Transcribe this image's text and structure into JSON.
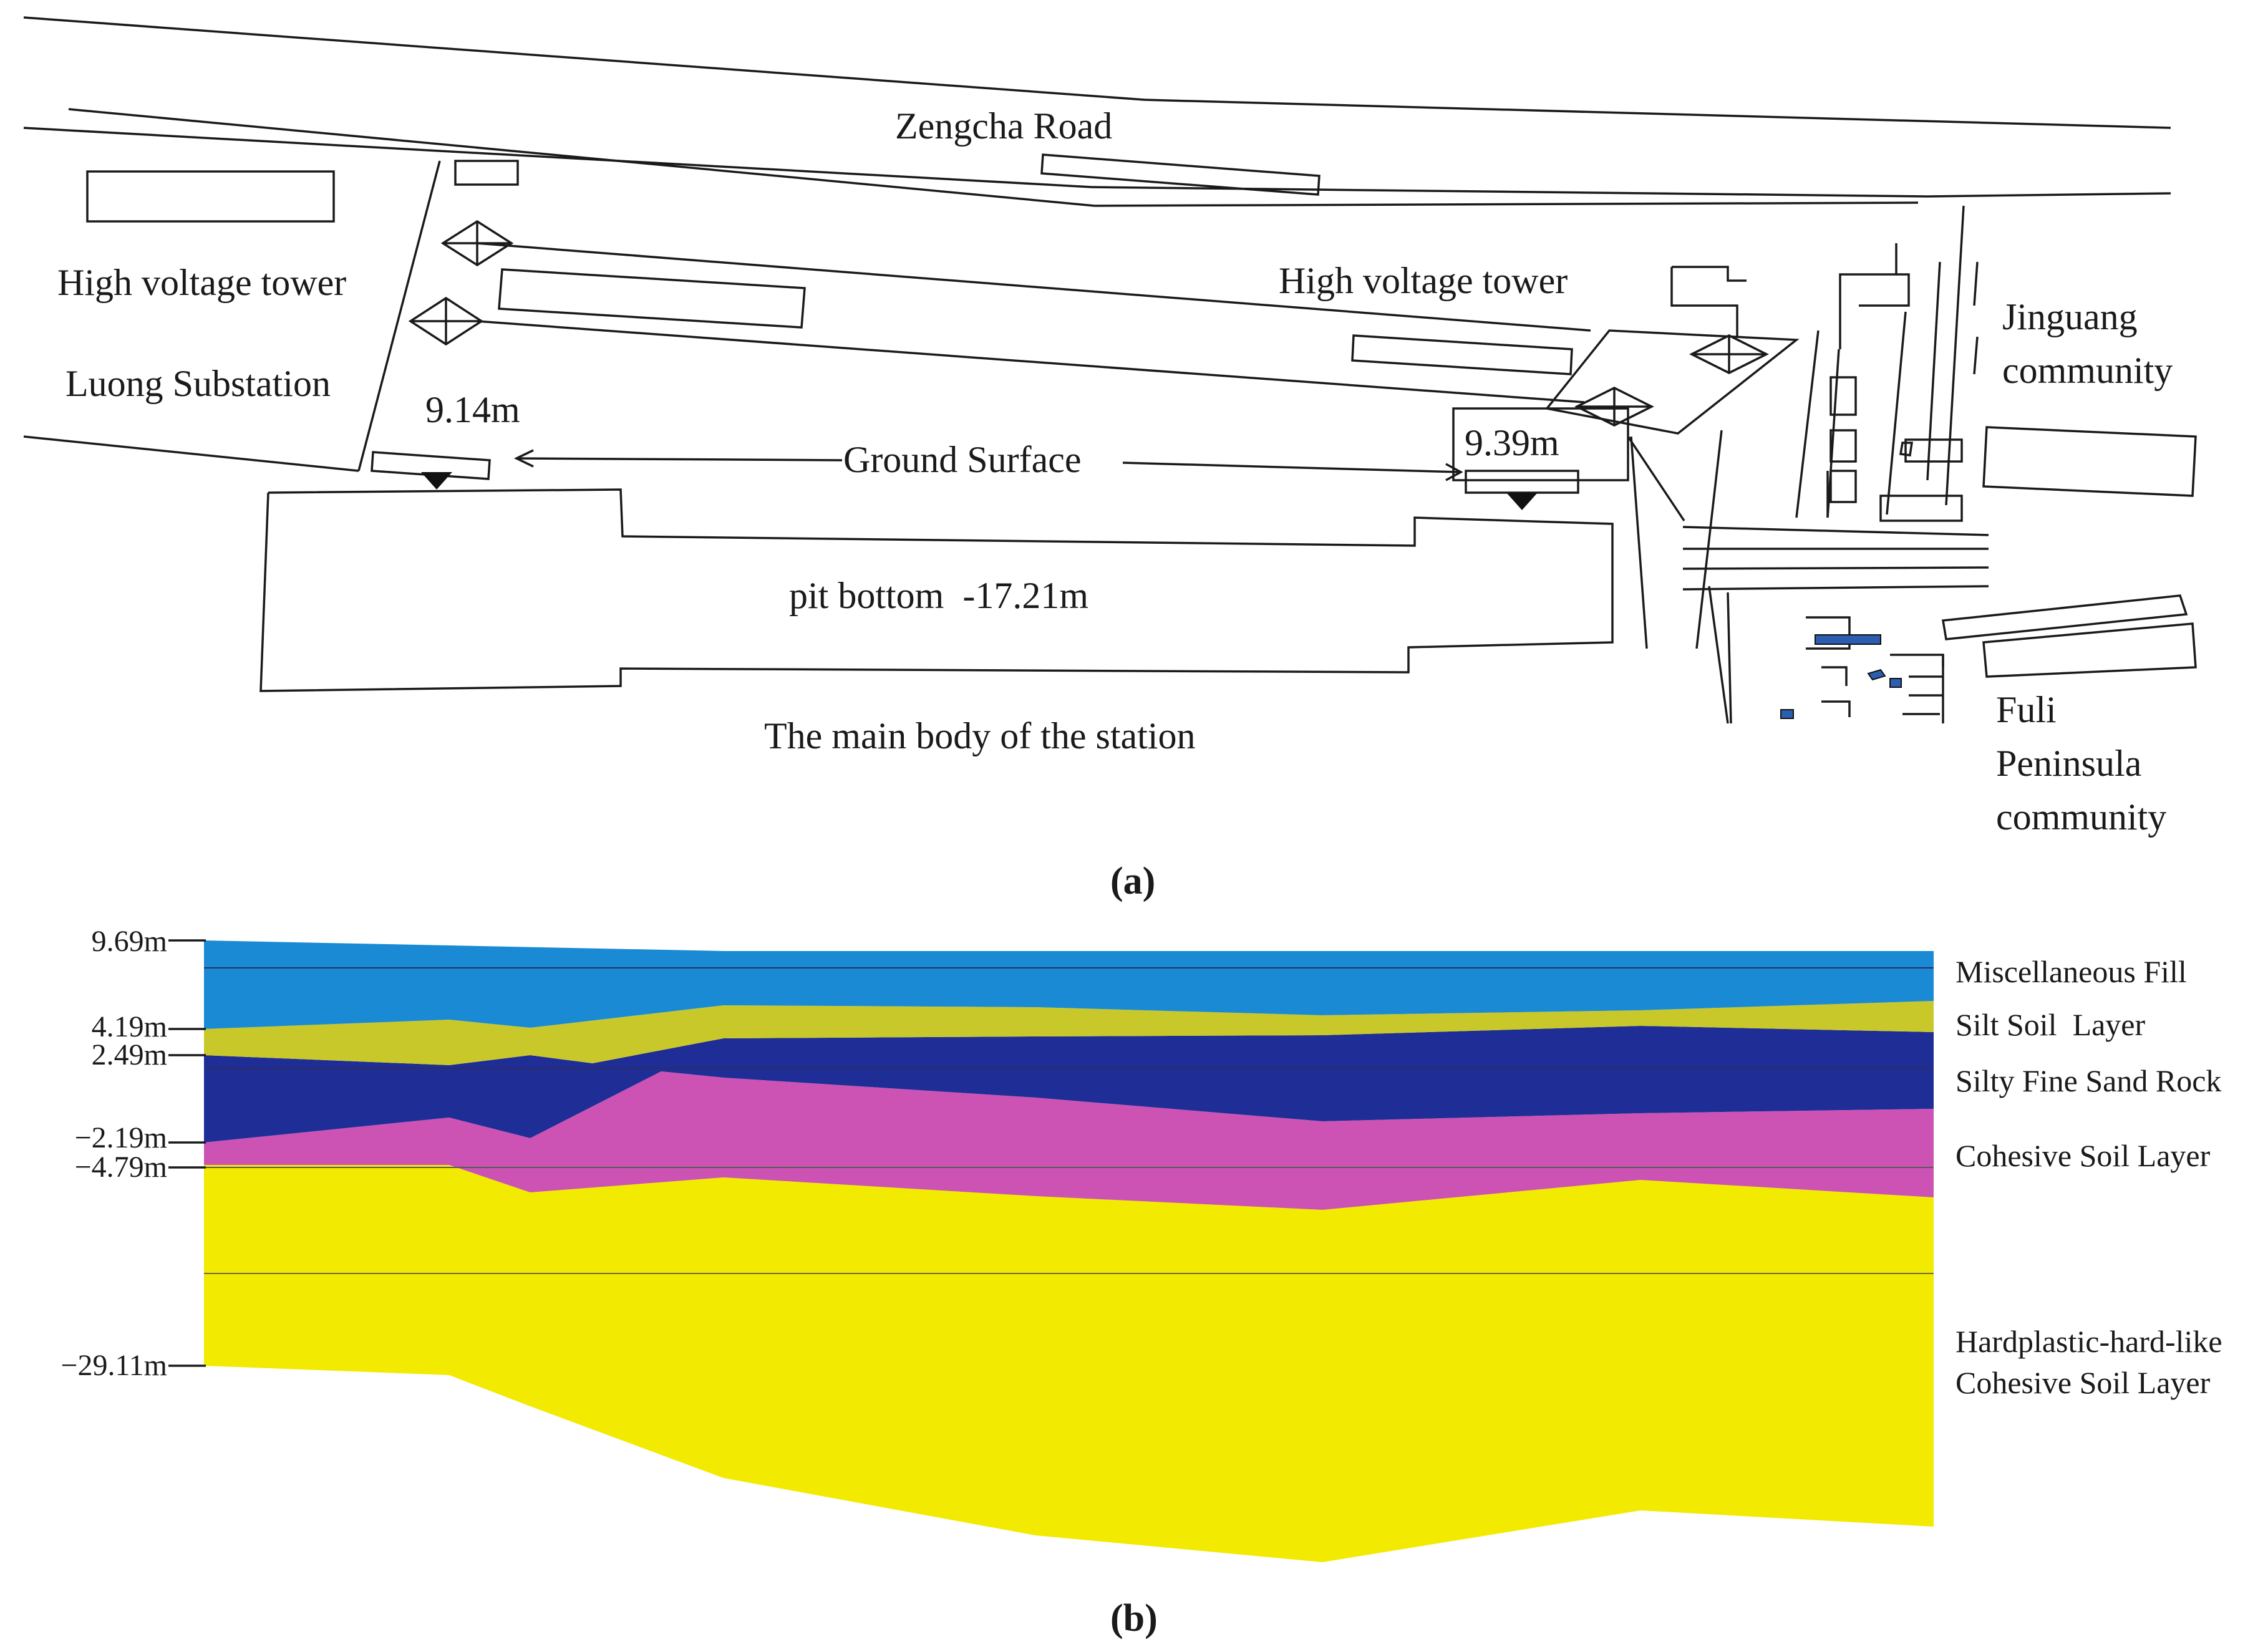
{
  "panel_a": {
    "caption": "(a)",
    "road_label": "Zengcha Road",
    "tower_left_label": "High voltage tower",
    "tower_right_label": "High voltage tower",
    "substation_label": "Luong Substation",
    "community_top": [
      "Jinguang",
      "community"
    ],
    "community_bottom": [
      "Fuli",
      "Peninsula",
      "community"
    ],
    "ground_surface_label": "Ground Surface",
    "elevation_left": "9.14m",
    "elevation_right": "9.39m",
    "pit_bottom_label": "pit bottom  -17.21m",
    "station_label": "The main body of the station"
  },
  "panel_b": {
    "caption": "(b)",
    "elevation_ticks": [
      {
        "label": "9.69m",
        "value": 9.69
      },
      {
        "label": "4.19m",
        "value": 4.19
      },
      {
        "label": "2.49m",
        "value": 2.49
      },
      {
        "label": "−2.19m",
        "value": -2.19
      },
      {
        "label": "−4.79m",
        "value": -4.79
      },
      {
        "label": "−29.11m",
        "value": -29.11
      }
    ],
    "layers": [
      {
        "name": "Miscellaneous Fill",
        "color": "#1a8ad4"
      },
      {
        "name": "Silt Soil  Layer",
        "color": "#c8c82a"
      },
      {
        "name": "Silty Fine Sand Rock",
        "color": "#1f2d96"
      },
      {
        "name": "Cohesive Soil Layer",
        "color": "#cc52b4"
      },
      {
        "name": "Hardplastic-hard-like",
        "name2": "Cohesive Soil Layer",
        "color": "#f2ea00"
      }
    ]
  }
}
